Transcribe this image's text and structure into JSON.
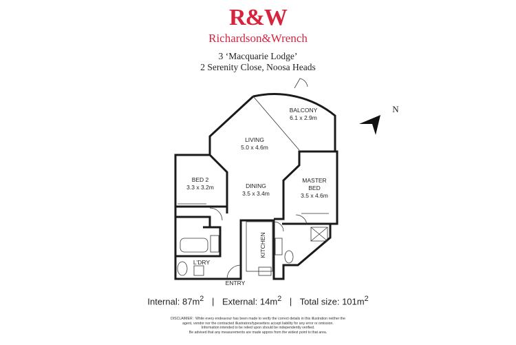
{
  "brand": {
    "logo": "R&W",
    "name": "Richardson&Wrench",
    "color": "#d6243f"
  },
  "address": {
    "line1": "3 ‘Macquarie Lodge’",
    "line2": "2 Serenity Close, Noosa Heads"
  },
  "compass": {
    "label": "N"
  },
  "rooms": {
    "balcony": {
      "name": "BALCONY",
      "size": "6.1 x 2.9m"
    },
    "living": {
      "name": "LIVING",
      "size": "5.0 x 4.6m"
    },
    "bed2": {
      "name": "BED 2",
      "size": "3.3 x 3.2m"
    },
    "dining": {
      "name": "DINING",
      "size": "3.5 x 3.4m"
    },
    "master": {
      "name_line1": "MASTER",
      "name_line2": "BED",
      "size": "3.5 x 4.6m"
    },
    "kitchen": {
      "name": "KITCHEN"
    },
    "laundry": {
      "name": "L'DRY"
    },
    "entry": {
      "name": "ENTRY"
    }
  },
  "sizes": {
    "internal_label": "Internal:",
    "internal_value": "87m",
    "external_label": "External:",
    "external_value": "14m",
    "total_label": "Total size:",
    "total_value": "101m",
    "unit_sup": "2",
    "separator": "|"
  },
  "disclaimer": {
    "line1": "DISCLAIMER : While every endeavour has been made to verify the correct details in this illustration neither the",
    "line2": "agent, vendor nor the contracted illustrators/typesetters accept liability for any error or omission.",
    "line3": "Information intended to be relied upon should be independently verified.",
    "line4": "Be advised that any measurements are made approx from the widest point to that area."
  }
}
